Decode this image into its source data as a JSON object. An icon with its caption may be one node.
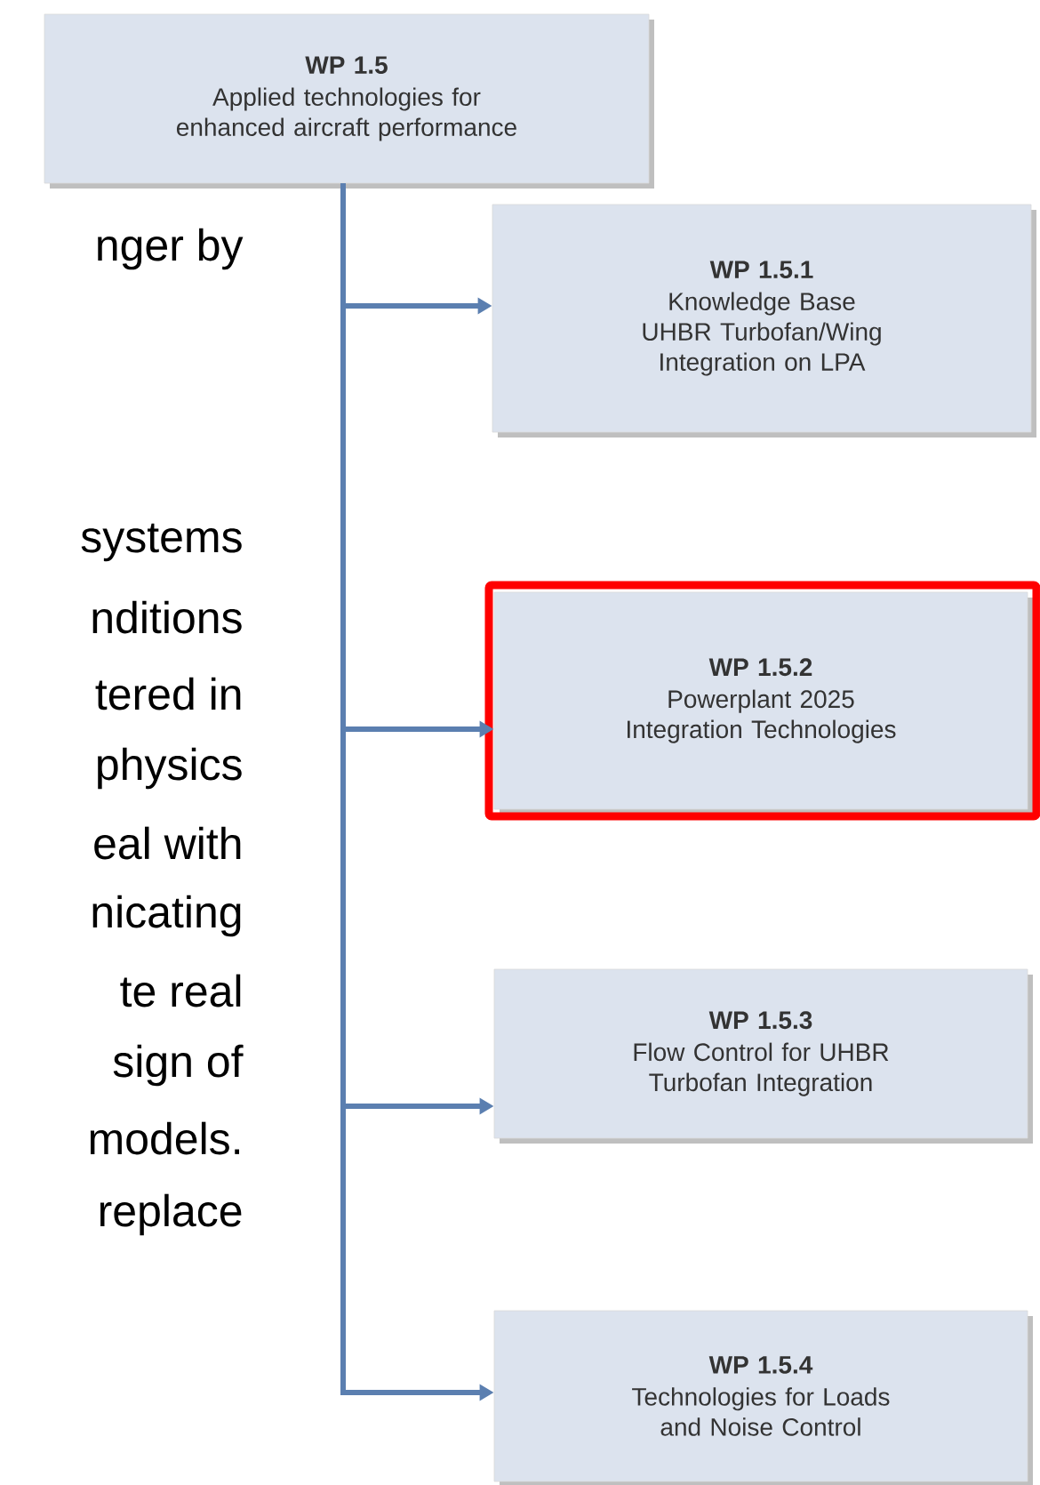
{
  "diagram": {
    "nodes": [
      {
        "text": [
          "WP 1.5",
          "Applied technologies for enhanced aircraft performance"
        ]
      },
      {
        "text": [
          "WP 1.5.1",
          "Knowledge Base UHBR Turbofan/Wing Integration on LPA"
        ]
      },
      {
        "text": [
          "WP 1.5.2",
          "Powerplant 2025 Integration Technologies"
        ]
      },
      {
        "text": [
          "WP 1.5.3",
          "Flow Control for UHBR Turbofan Integration"
        ]
      },
      {
        "text": [
          "WP 1.5.4",
          "Technologies for Loads and Noise Control"
        ]
      }
    ],
    "edges": [
      {
        "from": 0,
        "to": 1,
        "arrow": "to"
      },
      {
        "from": 0,
        "to": 2,
        "arrow": "to"
      },
      {
        "from": 0,
        "to": 3,
        "arrow": "to"
      },
      {
        "from": 0,
        "to": 4,
        "arrow": "to"
      }
    ],
    "labels": [
      "nger by",
      "systems",
      "nditions",
      "tered in",
      "physics",
      "eal with",
      "nicating",
      "te real",
      "sign of",
      "models.",
      "replace"
    ]
  }
}
